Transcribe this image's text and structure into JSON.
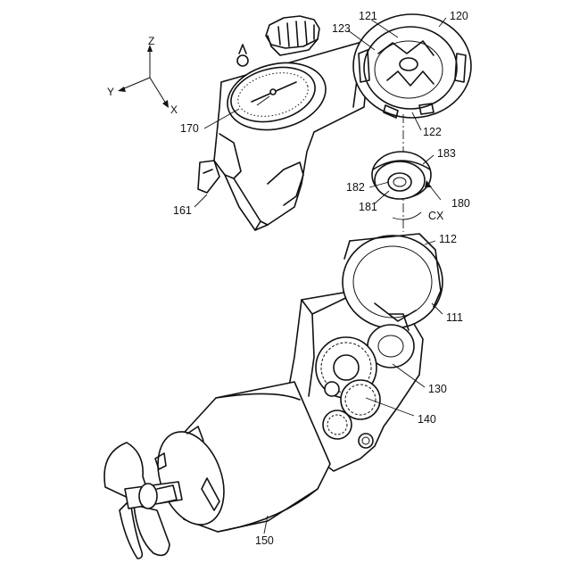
{
  "axes": {
    "z": "Z",
    "y": "Y",
    "x": "X"
  },
  "labels": {
    "l120": "120",
    "l121": "121",
    "l123": "123",
    "l170": "170",
    "l122": "122",
    "l183": "183",
    "l182": "182",
    "l181": "181",
    "l180": "180",
    "lcx": "CX",
    "l161": "161",
    "l112": "112",
    "l111": "111",
    "l130": "130",
    "l140": "140",
    "l150": "150"
  },
  "colors": {
    "line": "#111111",
    "background": "#ffffff"
  }
}
